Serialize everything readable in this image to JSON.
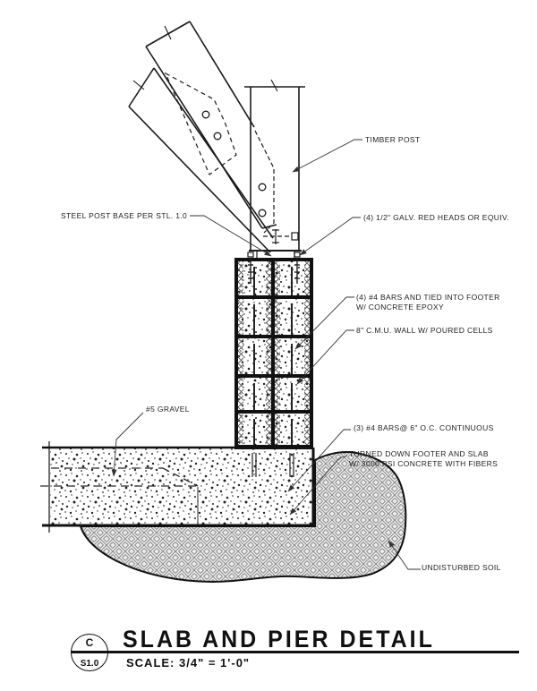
{
  "annotations": {
    "timber_post": "TIMBER POST",
    "steel_post_base": "STEEL POST BASE PER STL. 1.0",
    "galv_red_heads": "(4) 1/2\" GALV. RED HEADS OR EQUIV.",
    "bars_tied_footer": "(4) #4 BARS AND TIED INTO FOOTER\nW/ CONCRETE EPOXY",
    "cmu_wall": "8\" C.M.U. WALL W/ POURED CELLS",
    "gravel": "#5 GRAVEL",
    "bars_continuous": "(3) #4 BARS@ 6\" O.C. CONTINUOUS",
    "turned_down_footer": "TURNED DOWN FOOTER AND SLAB\nW/ 3000 PSI CONCRETE WITH FIBERS",
    "undisturbed_soil": "UNDISTURBED SOIL"
  },
  "title_block": {
    "detail_letter": "C",
    "sheet_number": "S1.0",
    "title": "SLAB AND PIER DETAIL",
    "scale": "SCALE:  3/4\" = 1'-0\""
  },
  "colors": {
    "paper": "#ffffff",
    "ink": "#1a1a1a",
    "leader": "#333333",
    "soil_hatch": "#8a8a8a",
    "soil_background": "#ededed"
  }
}
